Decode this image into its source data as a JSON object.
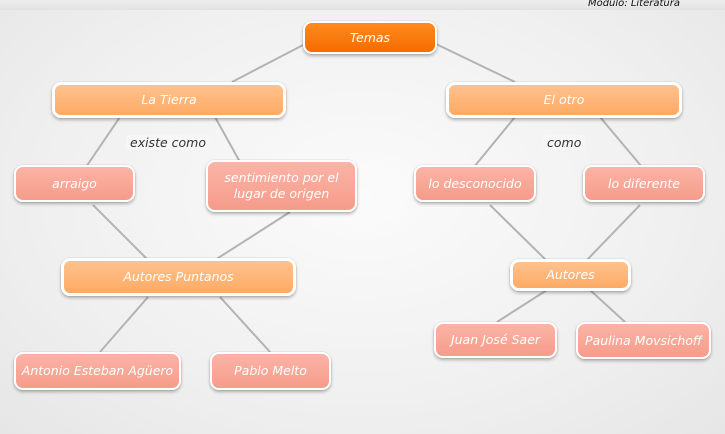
{
  "header": {
    "module_label": "Módulo: Literatura"
  },
  "nodes": {
    "temas": "Temas",
    "la_tierra": "La Tierra",
    "el_otro": "El otro",
    "arraigo": "arraigo",
    "sentimiento": "sentimiento por el lugar de origen",
    "lo_desconocido": "lo desconocido",
    "lo_diferente": "lo diferente",
    "autores_puntanos": "Autores Puntanos",
    "autores": "Autores",
    "antonio": "Antonio Esteban Agüero",
    "pablo": "Pablo Melto",
    "juan": "Juan José Saer",
    "paulina": "Paulina Movsichoff"
  },
  "links": {
    "existe_como": "existe como",
    "como": "como"
  },
  "colors": {
    "root": "#f57300",
    "level1": "#fdaa64",
    "leaf": "#f69c8a",
    "connector": "#b3b3b3"
  }
}
